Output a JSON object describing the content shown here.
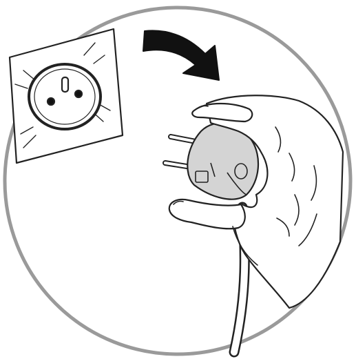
{
  "illustration": {
    "colors": {
      "background": "#ffffff",
      "outline": "#222222",
      "circle": "#9a9a9a",
      "plug_fill": "#d4d4d4",
      "arrow": "#111111"
    },
    "parts": [
      {
        "name": "wall-socket",
        "icon": "socket-icon"
      },
      {
        "name": "curved-arrow",
        "icon": "arrow-right-curved-icon"
      },
      {
        "name": "hand",
        "icon": "hand-icon"
      },
      {
        "name": "plug",
        "icon": "plug-icon"
      },
      {
        "name": "power-cord",
        "icon": "cable-icon"
      }
    ]
  }
}
